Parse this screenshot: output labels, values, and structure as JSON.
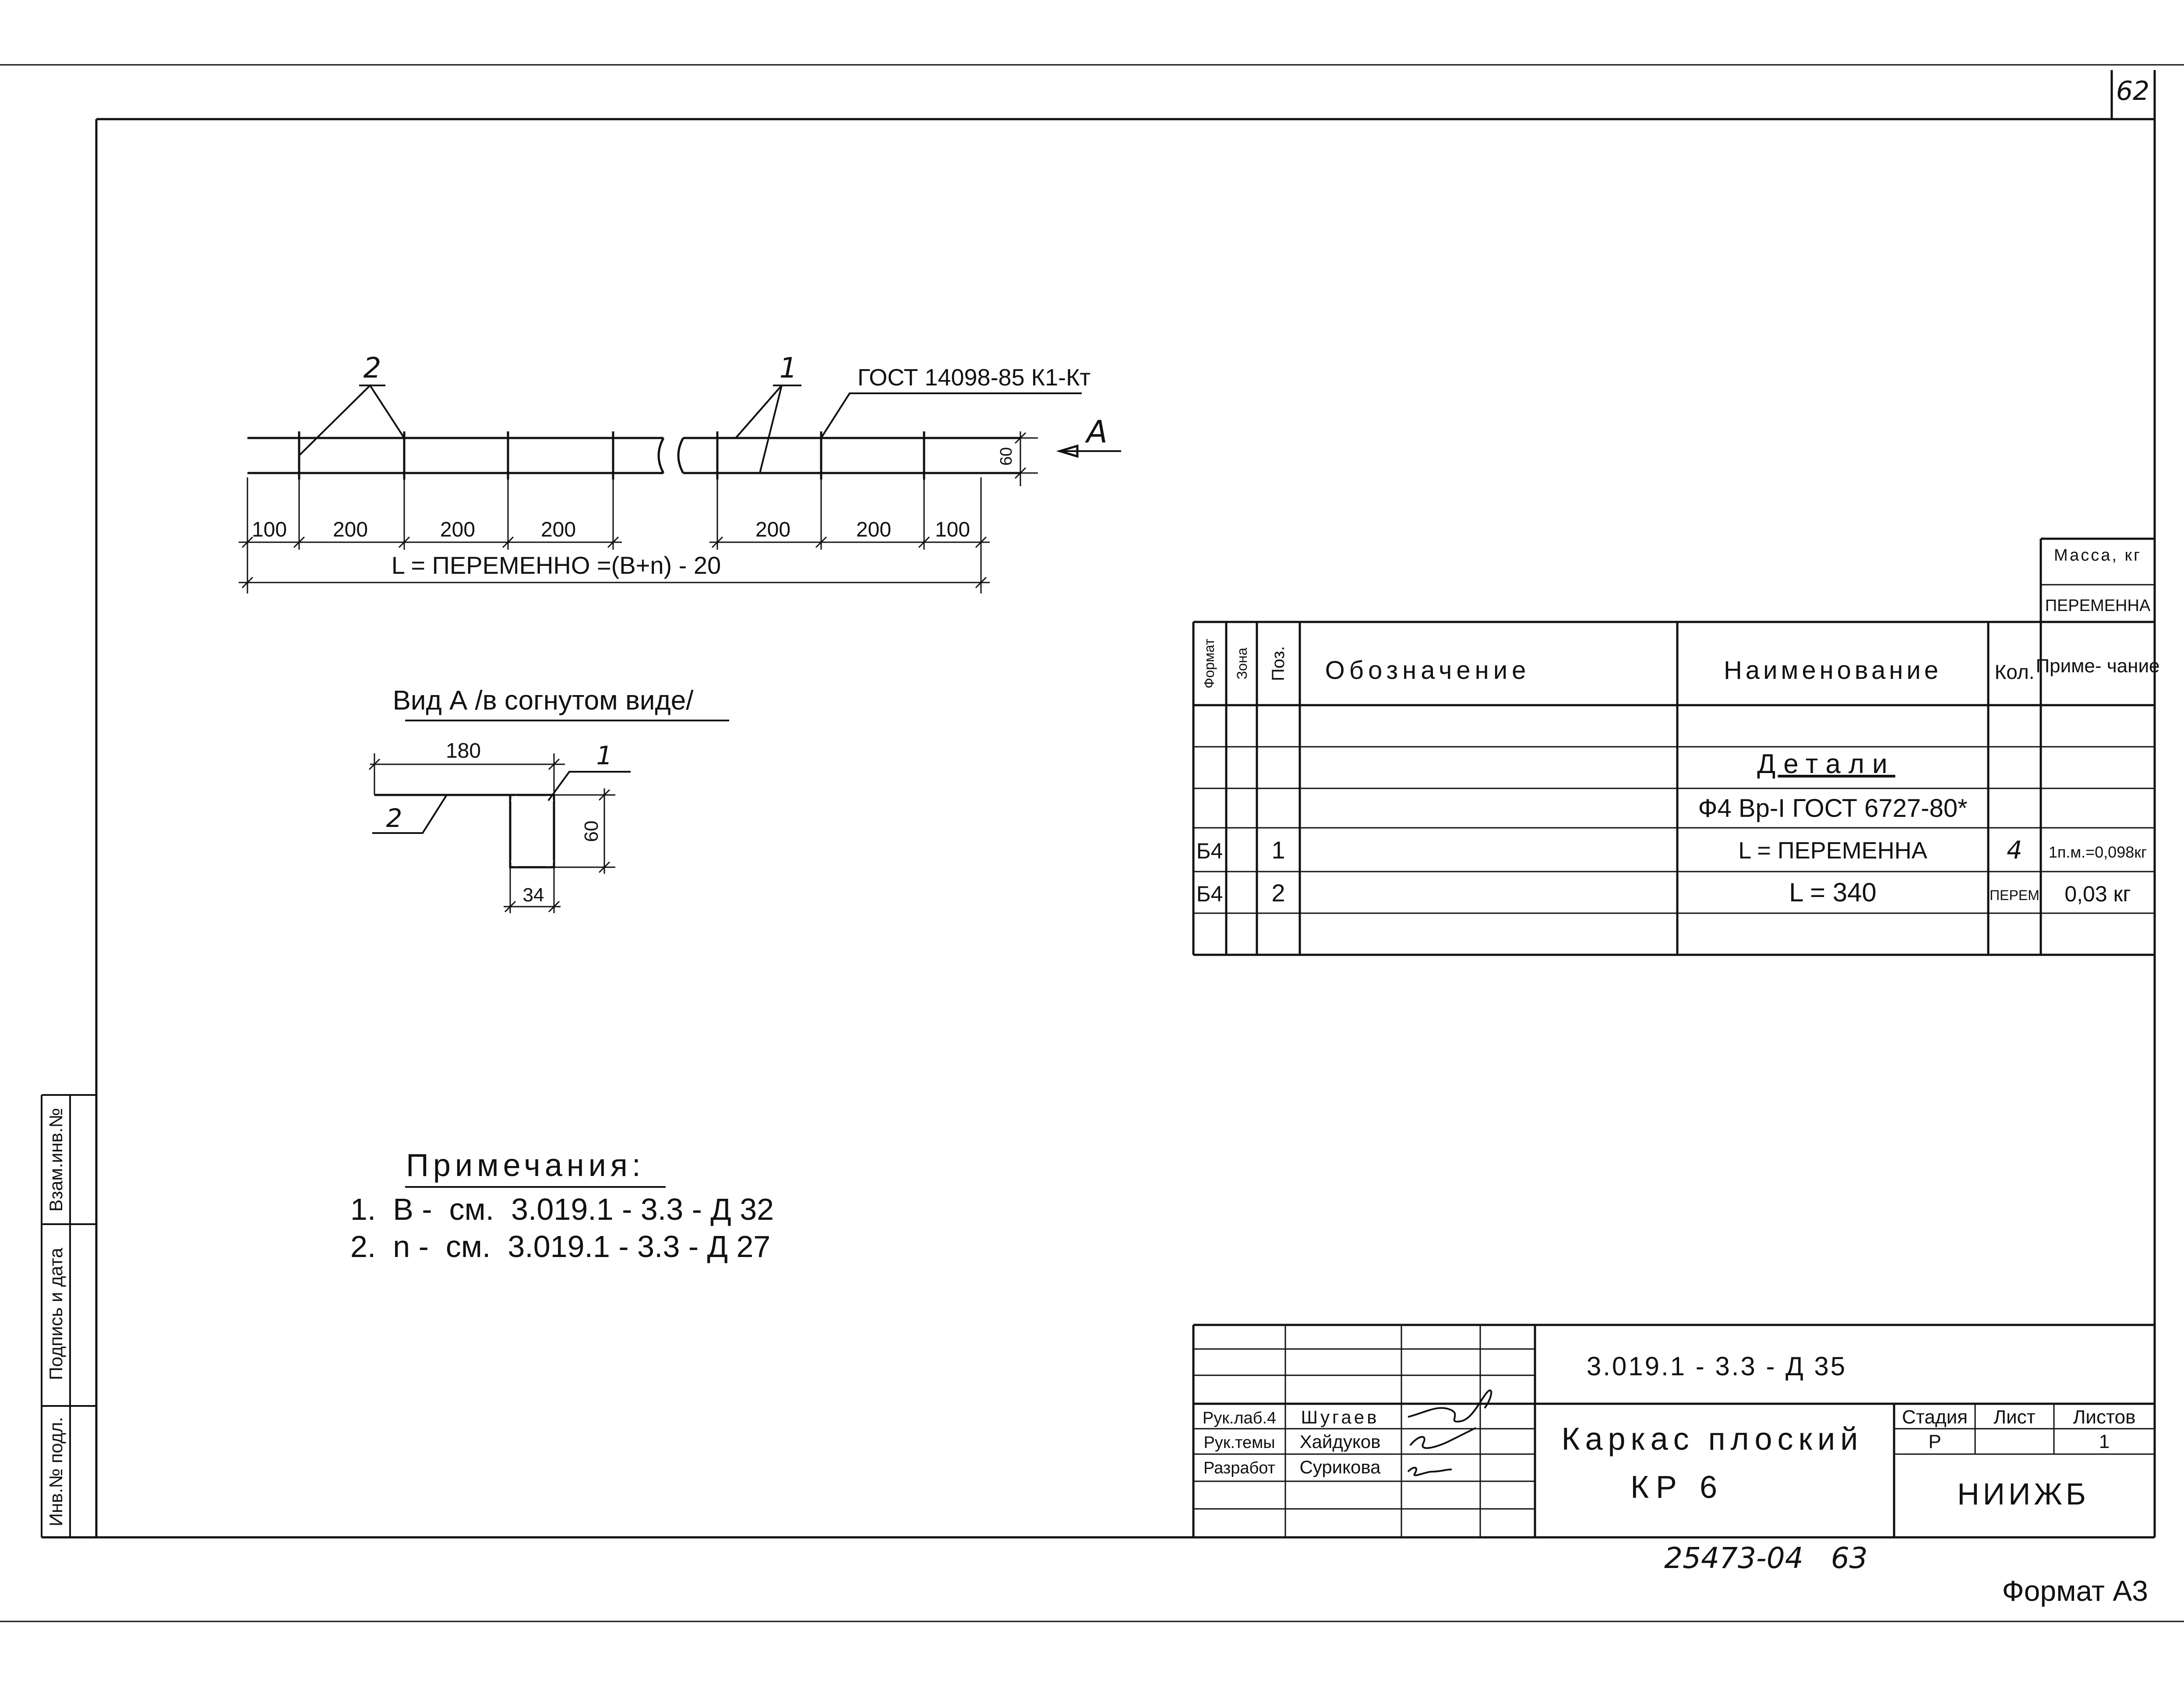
{
  "sheet_number": "62",
  "inventory_stamp": "25473-04   63",
  "format_label": "Формат А3",
  "side_stamp": {
    "inv_podl": "Инв.№ подл.",
    "podpis_data": "Подпись и дата",
    "vzam_inv": "Взам.инв.№"
  },
  "main_view": {
    "pos_2": "2",
    "pos_1": "1",
    "gost_label": "ГОСТ 14098-85 К1-Кт",
    "view_arrow": "А",
    "height_dim": "60",
    "dims": [
      "100",
      "200",
      "200",
      "200",
      "200",
      "200",
      "100"
    ],
    "length_formula": "L = ПЕРЕМЕННО =(В+n) - 20"
  },
  "view_a": {
    "title": "Вид А /в согнутом виде/",
    "width_dim": "180",
    "height_dim": "60",
    "inner_dim": "34",
    "pos_1": "1",
    "pos_2": "2"
  },
  "notes": {
    "title": "Примечания:",
    "items": [
      "1.  В -  см.  3.019.1 - 3.3 - Д 32",
      "2.  n -  см.  3.019.1 - 3.3 - Д 27"
    ]
  },
  "spec_table": {
    "mass_header": "Масса, кг",
    "mass_value": "ПЕРЕМЕННА",
    "headers": {
      "format": "Формат",
      "zone": "Зона",
      "pos": "Поз.",
      "designation": "Обозначение",
      "name": "Наименование",
      "qty": "Кол.",
      "note": "Приме- чание"
    },
    "section_title": "Детали",
    "material": "Ф4 Вр-I ГОСТ 6727-80*",
    "rows": [
      {
        "format": "Б4",
        "pos": "1",
        "name": "L = ПЕРЕМЕННА",
        "qty": "4",
        "note": "1п.м.=0,098кг"
      },
      {
        "format": "Б4",
        "pos": "2",
        "name": "L = 340",
        "qty": "ПЕРЕМ",
        "note": "0,03 кг"
      }
    ]
  },
  "title_block": {
    "code": "3.019.1 - 3.3 - Д 35",
    "people": [
      {
        "role": "Рук.лаб.4",
        "name": "Шугаев"
      },
      {
        "role": "Рук.темы",
        "name": "Хайдуков"
      },
      {
        "role": "Разработ",
        "name": "Сурикова"
      }
    ],
    "title_line1": "Каркас плоский",
    "title_line2": "КР 6",
    "stage_header": "Стадия",
    "sheet_header": "Лист",
    "sheets_header": "Листов",
    "stage_value": "Р",
    "sheet_value": "",
    "sheets_value": "1",
    "organization": "НИИЖБ"
  }
}
